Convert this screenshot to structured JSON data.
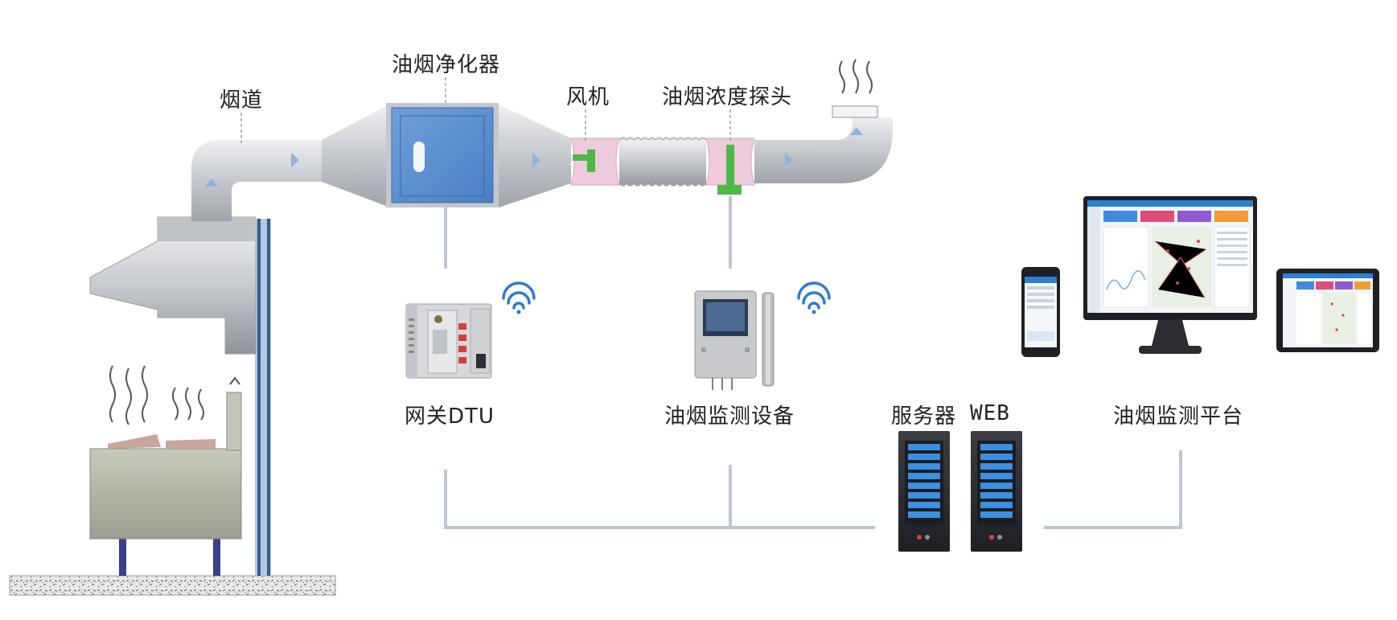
{
  "labels": {
    "flue": "烟道",
    "purifier": "油烟净化器",
    "fan": "风机",
    "probe": "油烟浓度探头",
    "gateway": "网关DTU",
    "monitor_device": "油烟监测设备",
    "server": "服务器",
    "web": "WEB",
    "platform": "油烟监测平台"
  },
  "colors": {
    "duct": "#c8cbd0",
    "purifier_box": "#5b8fd1",
    "fan_section": "#eec9dc",
    "sensor_green": "#4fb848",
    "wifi": "#2b7bd6",
    "network_line": "#bcc6d4",
    "server_screen": "#3d8fe0"
  },
  "icons": [
    "wifi-icon",
    "smoke-icon",
    "arrow-icon"
  ]
}
